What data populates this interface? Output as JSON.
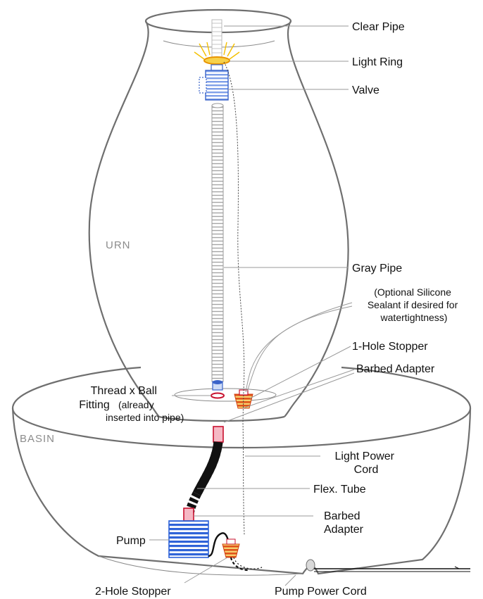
{
  "parts": {
    "urn": "URN",
    "basin": "BASIN"
  },
  "labels": {
    "clear_pipe": "Clear Pipe",
    "light_ring": "Light Ring",
    "valve": "Valve",
    "gray_pipe": "Gray Pipe",
    "sealant_note": [
      "(Optional Silicone",
      "Sealant if desired for",
      "watertightness)"
    ],
    "one_hole_stopper": "1-Hole Stopper",
    "barbed_adapter_top": "Barbed Adapter",
    "thread_ball_fitting": [
      "Thread x Ball",
      "Fitting"
    ],
    "thread_ball_note": [
      "(already",
      "inserted into pipe)"
    ],
    "light_power_cord": [
      "Light Power",
      "Cord"
    ],
    "flex_tube": "Flex. Tube",
    "barbed_adapter_bottom": [
      "Barbed",
      "Adapter"
    ],
    "pump": "Pump",
    "two_hole_stopper": "2-Hole Stopper",
    "pump_power_cord": "Pump Power Cord"
  },
  "colors": {
    "outline": "#6f6f6f",
    "leader": "#9a9a9a",
    "pipe": "#9a9a9a",
    "valve": "#3a63c9",
    "pump": "#2f63d8",
    "light_ring": "#f0a400",
    "stopper": "#e0521a",
    "fitting": "#c8102e",
    "flex_tube": "#111111"
  }
}
